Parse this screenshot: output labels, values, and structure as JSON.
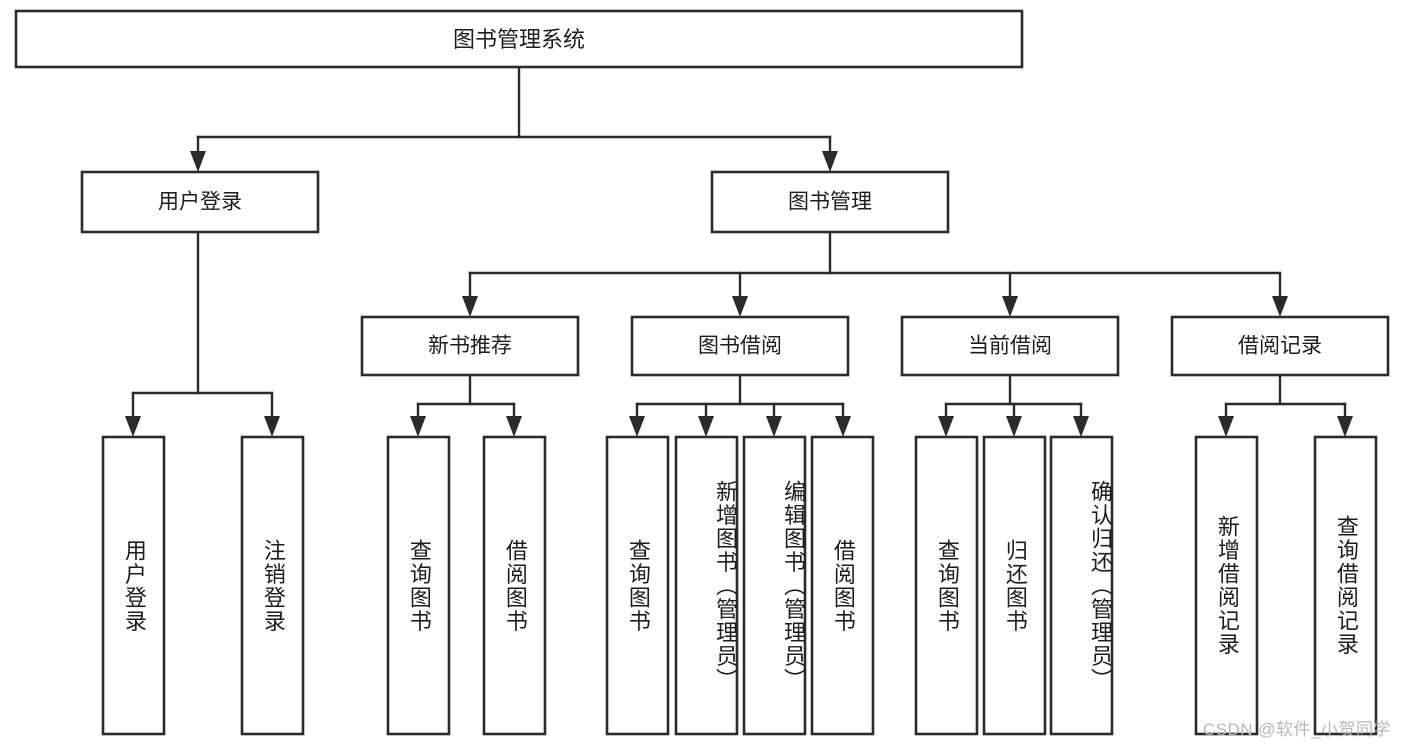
{
  "diagram": {
    "type": "tree",
    "title": "图书管理系统",
    "root": {
      "id": "root",
      "label": "图书管理系统",
      "orientation": "horizontal"
    },
    "level2": [
      {
        "id": "user-login",
        "label": "用户登录",
        "orientation": "horizontal"
      },
      {
        "id": "book-management",
        "label": "图书管理",
        "orientation": "horizontal"
      }
    ],
    "level3": [
      {
        "id": "new-book-recommend",
        "label": "新书推荐",
        "orientation": "horizontal",
        "parent": "book-management"
      },
      {
        "id": "book-borrow",
        "label": "图书借阅",
        "orientation": "horizontal",
        "parent": "book-management"
      },
      {
        "id": "current-borrow",
        "label": "当前借阅",
        "orientation": "horizontal",
        "parent": "book-management"
      },
      {
        "id": "borrow-record",
        "label": "借阅记录",
        "orientation": "horizontal",
        "parent": "book-management"
      }
    ],
    "leaves": [
      {
        "id": "leaf-user-login",
        "label": "用户登录",
        "parent": "user-login",
        "orientation": "vertical"
      },
      {
        "id": "leaf-logout-login",
        "label": "注销登录",
        "parent": "user-login",
        "orientation": "vertical"
      },
      {
        "id": "leaf-query-book-1",
        "label": "查询图书",
        "parent": "new-book-recommend",
        "orientation": "vertical"
      },
      {
        "id": "leaf-borrow-book-1",
        "label": "借阅图书",
        "parent": "new-book-recommend",
        "orientation": "vertical"
      },
      {
        "id": "leaf-query-book-2",
        "label": "查询图书",
        "parent": "book-borrow",
        "orientation": "vertical"
      },
      {
        "id": "leaf-add-book",
        "label": "新增图书（管理员）",
        "parent": "book-borrow",
        "orientation": "vertical"
      },
      {
        "id": "leaf-edit-book",
        "label": "编辑图书（管理员）",
        "parent": "book-borrow",
        "orientation": "vertical"
      },
      {
        "id": "leaf-borrow-book-2",
        "label": "借阅图书",
        "parent": "book-borrow",
        "orientation": "vertical"
      },
      {
        "id": "leaf-query-book-3",
        "label": "查询图书",
        "parent": "current-borrow",
        "orientation": "vertical"
      },
      {
        "id": "leaf-return-book",
        "label": "归还图书",
        "parent": "current-borrow",
        "orientation": "vertical"
      },
      {
        "id": "leaf-confirm-return",
        "label": "确认归还（管理员）",
        "parent": "current-borrow",
        "orientation": "vertical"
      },
      {
        "id": "leaf-add-record",
        "label": "新增借阅记录",
        "parent": "borrow-record",
        "orientation": "vertical"
      },
      {
        "id": "leaf-query-record",
        "label": "查询借阅记录",
        "parent": "borrow-record",
        "orientation": "vertical"
      }
    ],
    "colors": {
      "box_fill": "#ffffff",
      "box_stroke": "#2b2b2b",
      "text": "#1d1d1d",
      "background": "#ffffff",
      "watermark": "#b8b8b8"
    }
  },
  "watermark": {
    "text": "CSDN @软件_小贺同学"
  }
}
